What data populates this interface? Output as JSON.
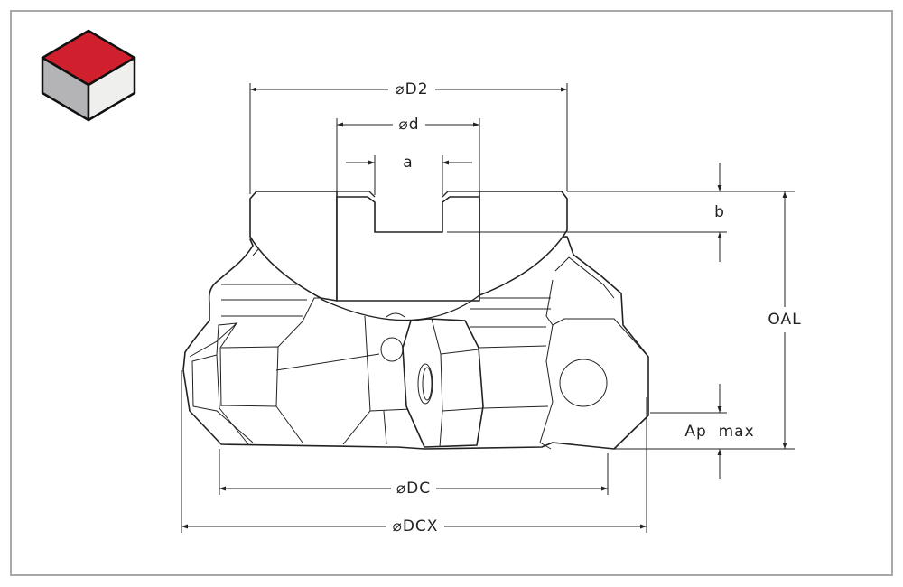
{
  "logo": {
    "name": "isometric-cube-logo",
    "colors": {
      "top": "#d0202e",
      "left": "#b4b4b6",
      "right": "#efefed"
    }
  },
  "frame_color": "#a8a8a8",
  "dimensions": {
    "d2": "⌀D2",
    "d": "⌀d",
    "a": "a",
    "b": "b",
    "oal": "OAL",
    "ap_max": "Ap  max",
    "dc": "⌀DC",
    "dcx": "⌀DCX"
  }
}
